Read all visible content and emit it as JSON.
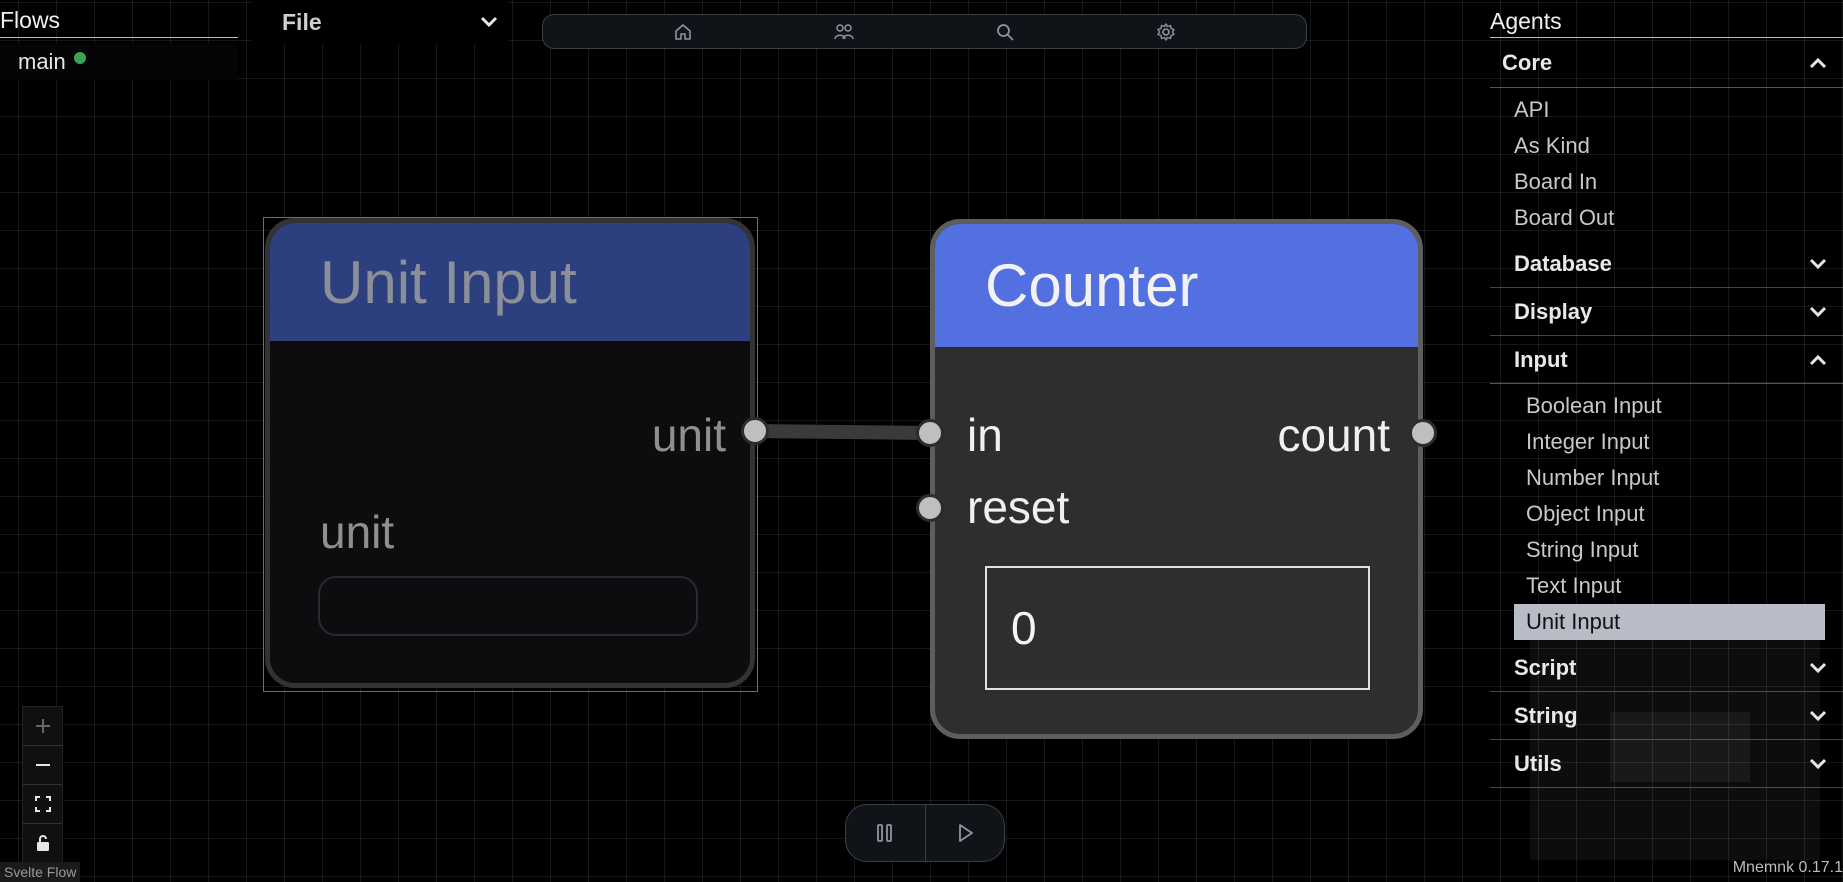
{
  "flows_panel": {
    "title": "Flows",
    "items": [
      {
        "label": "main",
        "status_color": "#3aa356"
      }
    ]
  },
  "file_menu": {
    "label": "File",
    "icon": "chevron-down-icon"
  },
  "toolbar": {
    "buttons": [
      {
        "name": "home",
        "icon": "home-icon"
      },
      {
        "name": "users",
        "icon": "users-icon"
      },
      {
        "name": "search",
        "icon": "search-icon"
      },
      {
        "name": "settings",
        "icon": "gear-icon"
      }
    ]
  },
  "nodes": {
    "unit_input": {
      "title": "Unit Input",
      "output_port": "unit",
      "field_label": "unit",
      "field_value": "",
      "header_color": "#2e3f80"
    },
    "counter": {
      "title": "Counter",
      "inputs": [
        "in",
        "reset"
      ],
      "outputs": [
        "count"
      ],
      "display_value": "0",
      "header_color": "#5270e0"
    }
  },
  "zoom_controls": {
    "buttons": [
      "zoom-in",
      "zoom-out",
      "fit-view",
      "lock"
    ]
  },
  "attribution": "Svelte Flow",
  "run_controls": {
    "buttons": [
      "pause",
      "play"
    ]
  },
  "agents_panel": {
    "title": "Agents",
    "categories": [
      {
        "name": "Core",
        "open": true,
        "items": [
          "API",
          "As Kind",
          "Board In",
          "Board Out"
        ]
      },
      {
        "name": "Database",
        "open": false
      },
      {
        "name": "Display",
        "open": false
      },
      {
        "name": "Input",
        "open": true,
        "items": [
          "Boolean Input",
          "Integer Input",
          "Number Input",
          "Object Input",
          "String Input",
          "Text Input",
          "Unit Input"
        ],
        "selected": "Unit Input"
      },
      {
        "name": "Script",
        "open": false
      },
      {
        "name": "String",
        "open": false
      },
      {
        "name": "Utils",
        "open": false
      }
    ]
  },
  "version": "Mnemnk 0.17.1"
}
